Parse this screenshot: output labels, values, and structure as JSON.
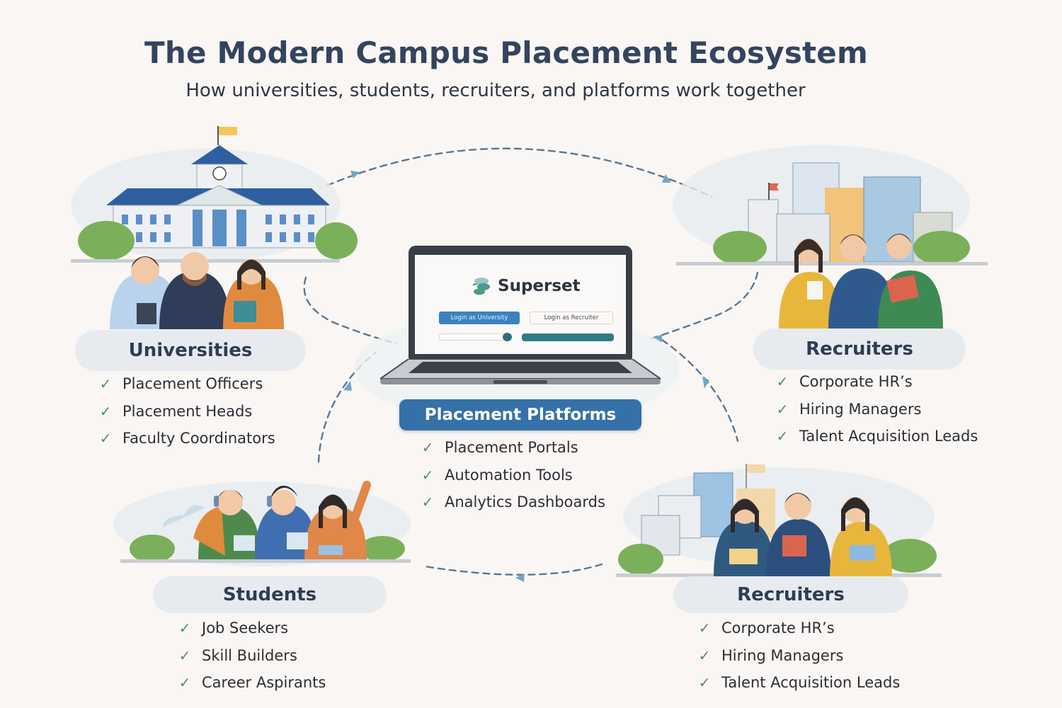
{
  "header": {
    "title": "The Modern Campus Placement Ecosystem",
    "subtitle": "How universities, students, recruiters, and platforms work together"
  },
  "colors": {
    "background": "#faf6f3",
    "title": "#33445f",
    "pill_background": "#e7ebef",
    "primary_accent": "#3571a8",
    "check_color": "#4f8b79",
    "arrow_color": "#5b7790",
    "arrowhead_color": "#6fa8c8"
  },
  "platform_screen": {
    "brand_name": "Superset",
    "login_university_label": "Login as University",
    "login_recruiter_label": "Login as Recruiter"
  },
  "nodes": {
    "universities": {
      "heading": "Universities",
      "illustration": "university-building-with-staff",
      "items": [
        "Placement Officers",
        "Placement Heads",
        "Faculty Coordinators"
      ]
    },
    "recruiters_top": {
      "heading": "Recruiters",
      "illustration": "corporate-buildings-with-recruiters",
      "items": [
        "Corporate HR’s",
        "Hiring Managers",
        "Talent Acquisition Leads"
      ]
    },
    "platforms": {
      "heading": "Placement Platforms",
      "illustration": "laptop-superset-login",
      "items": [
        "Placement Portals",
        "Automation Tools",
        "Analytics Dashboards"
      ]
    },
    "students": {
      "heading": "Students",
      "illustration": "students-with-backpacks",
      "items": [
        "Job Seekers",
        "Skill Builders",
        "Career Aspirants"
      ]
    },
    "recruiters_bottom": {
      "heading": "Recruiters",
      "illustration": "office-buildings-with-recruiters",
      "items": [
        "Corporate HR’s",
        "Hiring Managers",
        "Talent Acquisition Leads"
      ]
    }
  },
  "check_icon": "✓"
}
